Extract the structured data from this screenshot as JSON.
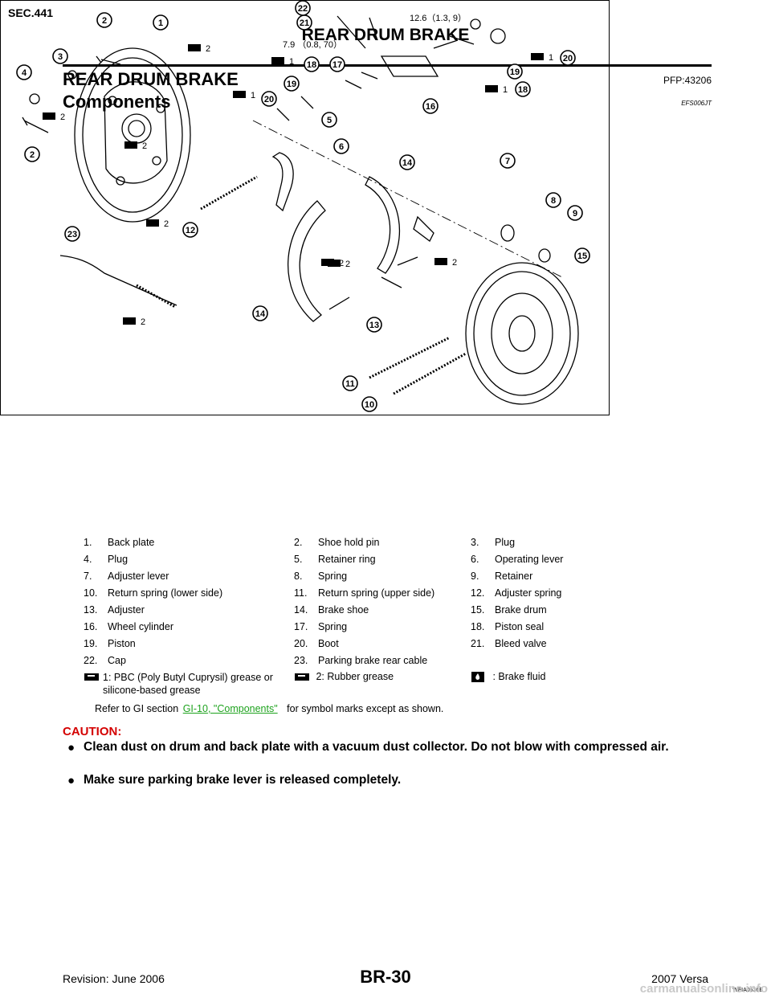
{
  "header": {
    "title": "REAR DRUM BRAKE"
  },
  "section": {
    "title": "REAR DRUM BRAKE",
    "code": "PFP:43206"
  },
  "subsection": {
    "title": "Components",
    "code": "EFS006JT"
  },
  "figure": {
    "sec": "SEC.441",
    "torque_a": "12.6（1.3, 9）",
    "torque_b": "7.9 （0.8, 70）",
    "figure_id": "WFIA0536E",
    "callouts": [
      "1",
      "2",
      "3",
      "4",
      "2",
      "5",
      "6",
      "7",
      "8",
      "9",
      "10",
      "11",
      "12",
      "13",
      "14",
      "14",
      "15",
      "16",
      "17",
      "18",
      "18",
      "19",
      "19",
      "20",
      "20",
      "21",
      "22",
      "23"
    ],
    "grease_marks": [
      "2",
      "2",
      "2",
      "1",
      "1",
      "2",
      "2",
      "2",
      "2",
      "2",
      "1",
      "1"
    ]
  },
  "legend": {
    "rows": [
      [
        "1.",
        "Back plate",
        "2.",
        "Shoe hold pin",
        "3.",
        "Plug"
      ],
      [
        "4.",
        "Plug",
        "5.",
        "Retainer ring",
        "6.",
        "Operating lever"
      ],
      [
        "7.",
        "Adjuster lever",
        "8.",
        "Spring",
        "9.",
        "Retainer"
      ],
      [
        "10.",
        "Return spring (lower side)",
        "11.",
        "Return spring (upper side)",
        "12.",
        "Adjuster spring"
      ],
      [
        "13.",
        "Adjuster",
        "14.",
        "Brake shoe",
        "15.",
        "Brake drum"
      ],
      [
        "16.",
        "Wheel cylinder",
        "17.",
        "Spring",
        "18.",
        "Piston seal"
      ],
      [
        "19.",
        "Piston",
        "20.",
        "Boot",
        "21.",
        "Bleed valve"
      ],
      [
        "22.",
        "Cap",
        "23.",
        "Parking brake rear cable",
        "",
        ""
      ]
    ],
    "sym1": "1: PBC (Poly Butyl Cuprysil) grease or silicone-based grease",
    "sym2": "2: Rubber grease",
    "sym3": ": Brake fluid",
    "ref_prefix": "Refer to GI section",
    "ref_link": "GI-10, \"Components\"",
    "ref_suffix": "for symbol marks except as shown."
  },
  "caution": {
    "title": "CAUTION:",
    "items": [
      "Clean dust on drum and back plate with a vacuum dust collector. Do not blow with compressed air.",
      "Make sure parking brake lever is released completely."
    ]
  },
  "footer": {
    "page": "BR-30",
    "revision": "Revision: June 2006",
    "model": "2007 Versa",
    "watermark": "carmanualsonline.info"
  }
}
